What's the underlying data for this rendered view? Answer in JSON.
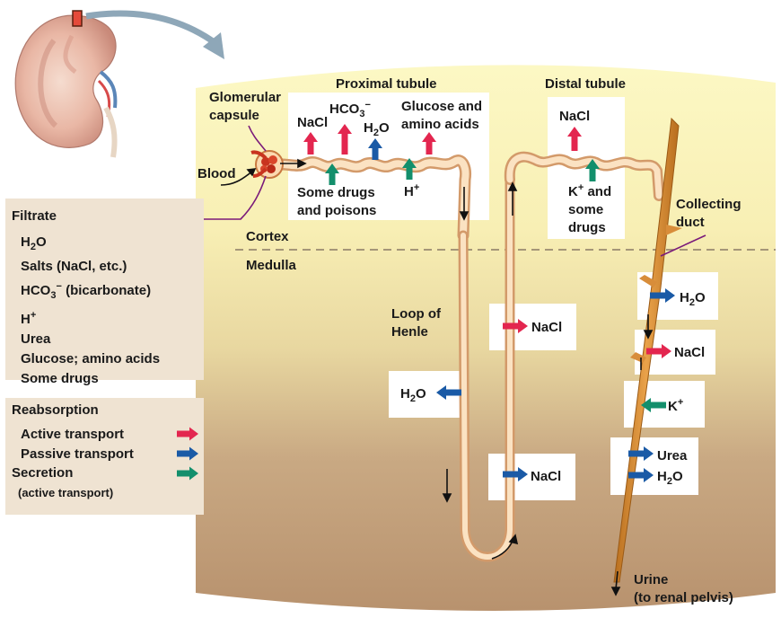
{
  "colors": {
    "active": "#e3264f",
    "passive": "#1a5aa6",
    "secretion": "#138f6c",
    "tubule": "#f5d4ac",
    "cortex": "#fbf4b8",
    "medulla": "#c4a37f",
    "panel": "#efe3d2"
  },
  "labels": {
    "proximal": "Proximal tubule",
    "distal": "Distal tubule",
    "glomerular_1": "Glomerular",
    "glomerular_2": "capsule",
    "blood": "Blood",
    "cortex": "Cortex",
    "medulla": "Medulla",
    "loop_1": "Loop of",
    "loop_2": "Henle",
    "collecting_1": "Collecting",
    "collecting_2": "duct",
    "urine_1": "Urine",
    "urine_2": "(to renal pelvis)"
  },
  "proximal": {
    "nacl": "NaCl",
    "hco3": "HCO",
    "hco3_sub": "3",
    "hco3_sup": "−",
    "h2o_h": "H",
    "h2o_sub": "2",
    "h2o_o": "O",
    "glucose_1": "Glucose and",
    "glucose_2": "amino acids",
    "drugs_1": "Some drugs",
    "drugs_2": "and poisons",
    "h_plus": "H",
    "h_plus_sup": "+"
  },
  "distal": {
    "nacl": "NaCl",
    "k_1": "K",
    "k_sup": "+",
    "k_1b": " and",
    "k_2": "some",
    "k_3": "drugs"
  },
  "loop": {
    "h2o_h": "H",
    "h2o_sub": "2",
    "h2o_o": "O",
    "nacl_upper": "NaCl",
    "nacl_lower": "NaCl"
  },
  "collecting": {
    "h2o_h": "H",
    "h2o_sub": "2",
    "h2o_o": "O",
    "nacl": "NaCl",
    "k": "K",
    "k_sup": "+",
    "urea": "Urea",
    "h2o2_h": "H",
    "h2o2_sub": "2",
    "h2o2_o": "O"
  },
  "filtrate": {
    "title": "Filtrate",
    "items": {
      "h2o_h": "H",
      "h2o_sub": "2",
      "h2o_o": "O",
      "salts": "Salts (NaCl, etc.)",
      "hco3": "HCO",
      "hco3_sub": "3",
      "hco3_sup": "−",
      "hco3_rest": " (bicarbonate)",
      "h": "H",
      "h_sup": "+",
      "urea": "Urea",
      "glucose": "Glucose; amino acids",
      "drugs": "Some drugs"
    }
  },
  "legend": {
    "title": "Reabsorption",
    "active": "Active transport",
    "passive": "Passive transport",
    "secretion": "Secretion",
    "secretion_note": "(active transport)"
  }
}
